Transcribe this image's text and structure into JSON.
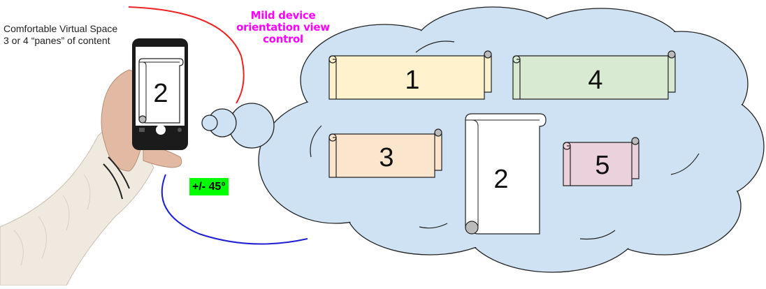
{
  "caption": {
    "line1": "Comfortable Virtual Space",
    "line2": "3 or 4 “panes” of content"
  },
  "annotation": {
    "line1": "Mild device",
    "line2": "orientation view",
    "line3": "control"
  },
  "angle_badge": "+/- 45°",
  "phone_screen_label": "2",
  "panes": [
    {
      "label": "1",
      "fill": "#fff2cc"
    },
    {
      "label": "4",
      "fill": "#d9ead3"
    },
    {
      "label": "3",
      "fill": "#fce5cd"
    },
    {
      "label": "2",
      "fill": "#ffffff"
    },
    {
      "label": "5",
      "fill": "#ead1dc"
    }
  ],
  "colors": {
    "cloud": "#cfe2f3",
    "upper_arc": "#ee2222",
    "lower_arc": "#1f1fd6",
    "annotation_text": "#ff00ff",
    "badge": "#00ff00"
  }
}
